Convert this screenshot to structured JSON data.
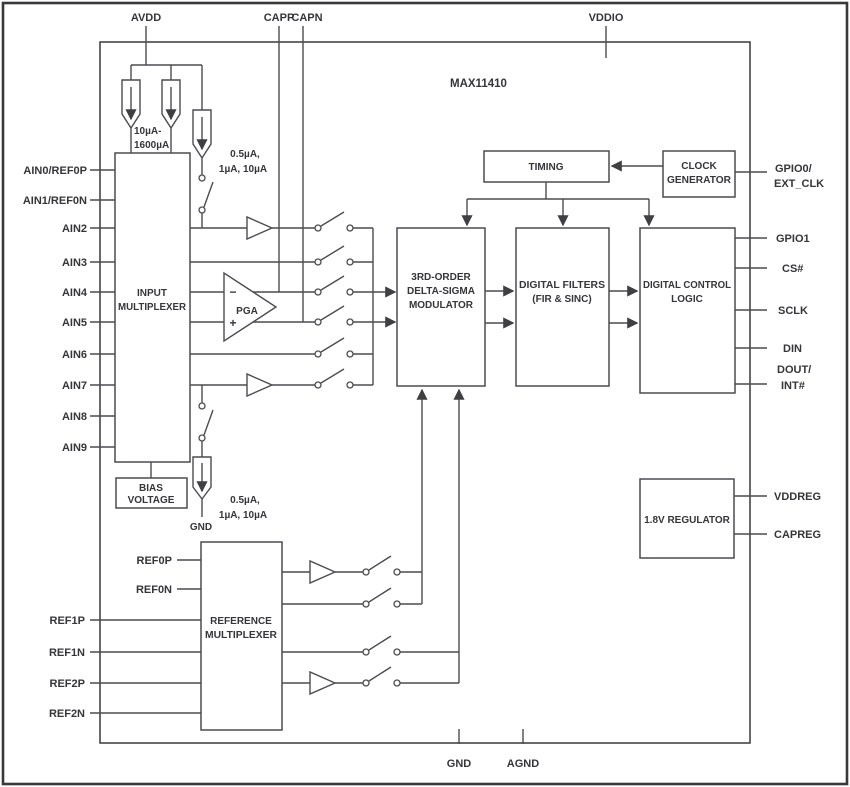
{
  "device_title": "MAX11410",
  "pins": {
    "top": [
      "AVDD",
      "CAPP",
      "CAPN",
      "VDDIO"
    ],
    "left_analog": [
      "AIN0/REF0P",
      "AIN1/REF0N",
      "AIN2",
      "AIN3",
      "AIN4",
      "AIN5",
      "AIN6",
      "AIN7",
      "AIN8",
      "AIN9"
    ],
    "left_ref": [
      "REF1P",
      "REF1N",
      "REF2P",
      "REF2N"
    ],
    "right": [
      "GPIO0/",
      "EXT_CLK",
      "GPIO1",
      "CS#",
      "SCLK",
      "DIN",
      "DOUT/",
      "INT#",
      "VDDREG",
      "CAPREG"
    ],
    "bottom": [
      "GND",
      "AGND"
    ]
  },
  "blocks": {
    "input_mux": [
      "INPUT",
      "MULTIPLEXER"
    ],
    "bias": [
      "BIAS",
      "VOLTAGE"
    ],
    "ref_mux": [
      "REFERENCE",
      "MULTIPLEXER"
    ],
    "pga": "PGA",
    "timing": "TIMING",
    "clock_gen": [
      "CLOCK",
      "GENERATOR"
    ],
    "modulator": [
      "3RD-ORDER",
      "DELTA-SIGMA",
      "MODULATOR"
    ],
    "filters": [
      "DIGITAL FILTERS",
      "(FIR & SINC)"
    ],
    "control": [
      "DIGITAL CONTROL",
      "LOGIC"
    ],
    "regulator": "1.8V REGULATOR"
  },
  "annotations": {
    "range_label": [
      "10µA-",
      "1600µA"
    ],
    "burnout_top": [
      "0.5µA,",
      "1µA, 10µA"
    ],
    "burnout_bottom": [
      "0.5µA,",
      "1µA, 10µA"
    ],
    "internal_gnd": "GND",
    "ref0p": "REF0P",
    "ref0n": "REF0N",
    "pga_minus": "−",
    "pga_plus": "+"
  },
  "colors": {
    "line": "#4c4c51",
    "text": "#35353a",
    "background": "#ffffff"
  }
}
